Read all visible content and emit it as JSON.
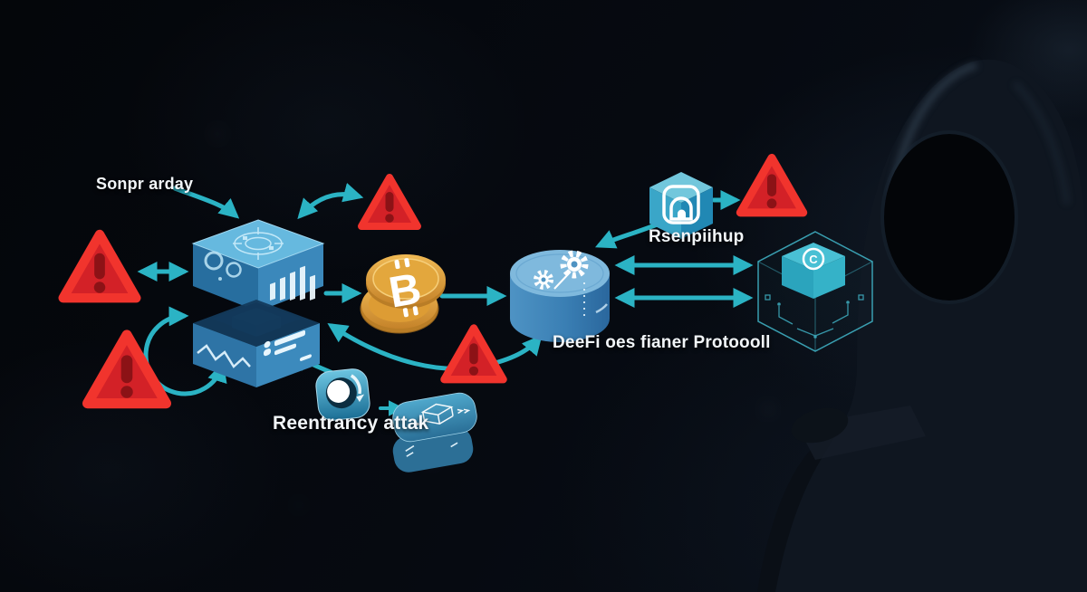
{
  "labels": {
    "contract_stack": "Sonpr arday",
    "oracle_node": "Rsenpiihup",
    "attack": "Reentrancy attak",
    "protocol": "DeeFi oes fianer Protoooll"
  },
  "glyphs": {
    "bitcoin": "B",
    "copyright": "C"
  },
  "icons": {
    "warning": "warning-triangle-icon",
    "contract_blocks": "contract-block-stack-icon",
    "bitcoin_coins": "bitcoin-coins-icon",
    "protocol_database": "protocol-database-icon",
    "gears": "gears-icon",
    "oracle_hexagon": "oracle-hexagon-icon",
    "reentrancy_loop": "reentrancy-loop-icon",
    "shield_stack": "shield-stack-icon",
    "wireframe_cube": "wireframe-cube-icon",
    "hacker": "hooded-hacker-figure"
  },
  "colors": {
    "arrow_teal": "#2bb3c4",
    "alert_red": "#e0262c",
    "alert_border": "#f1342d",
    "block_blue": "#3b88bb",
    "coin_gold": "#e2a43c",
    "wireframe_teal": "#45c2d6",
    "background": "#05070c"
  }
}
